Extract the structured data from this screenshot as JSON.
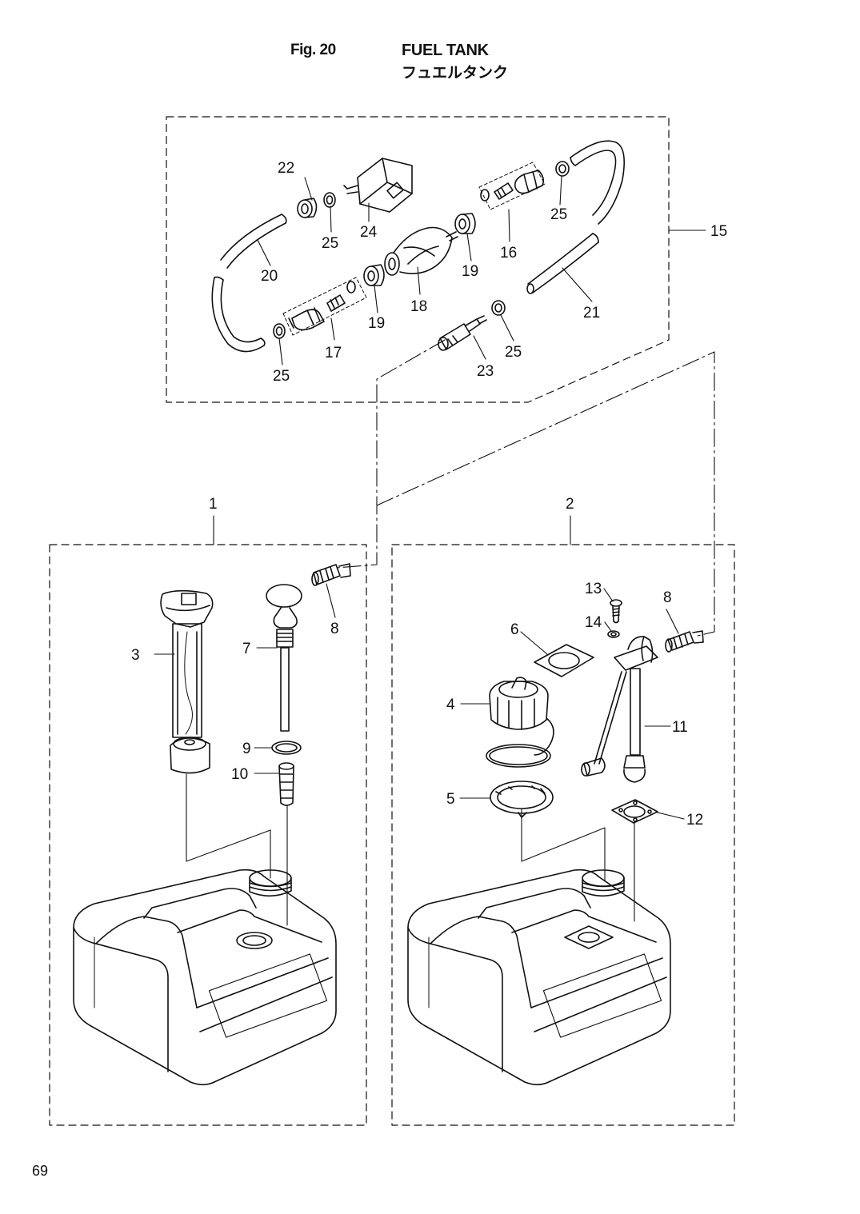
{
  "header": {
    "fig_label": "Fig. 20",
    "title": "FUEL TANK",
    "title_jp": "フュエルタンク"
  },
  "page_number": "69",
  "callouts": {
    "c1": "1",
    "c2": "2",
    "c3": "3",
    "c4": "4",
    "c5": "5",
    "c6": "6",
    "c7": "7",
    "c8a": "8",
    "c8b": "8",
    "c9": "9",
    "c10": "10",
    "c11": "11",
    "c12": "12",
    "c13": "13",
    "c14": "14",
    "c15": "15",
    "c16": "16",
    "c17": "17",
    "c18": "18",
    "c19a": "19",
    "c19b": "19",
    "c20": "20",
    "c21": "21",
    "c22": "22",
    "c23": "23",
    "c24": "24",
    "c25a": "25",
    "c25b": "25",
    "c25c": "25",
    "c25d": "25"
  }
}
